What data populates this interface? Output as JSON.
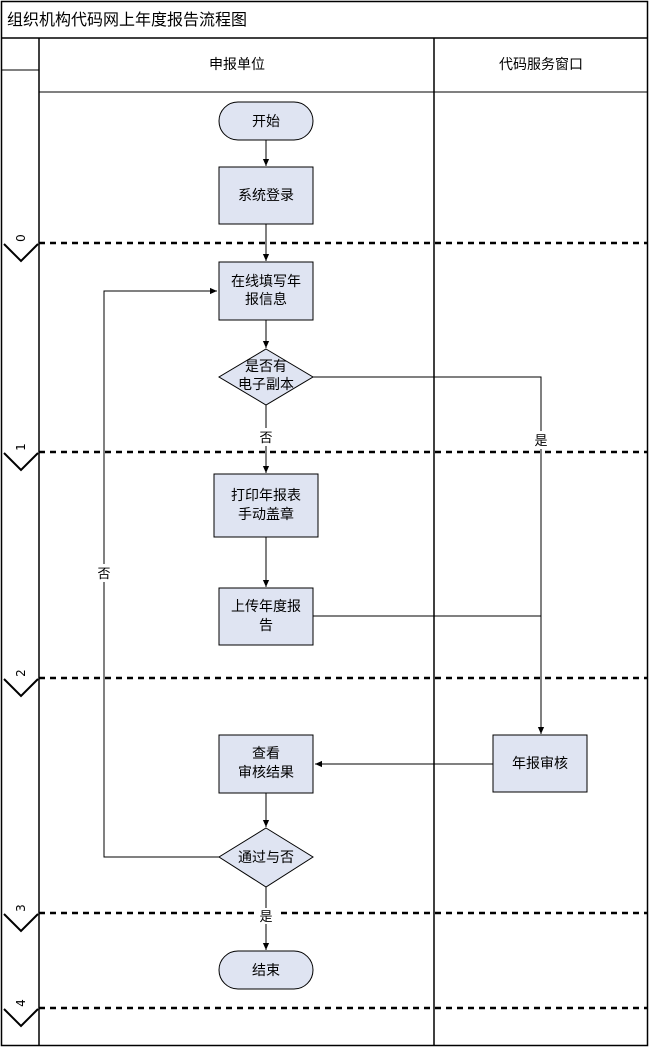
{
  "title": "组织机构代码网上年度报告流程图",
  "lanes": [
    {
      "label": "申报单位"
    },
    {
      "label": "代码服务窗口"
    }
  ],
  "phases": [
    "0",
    "1",
    "2",
    "3",
    "4"
  ],
  "nodes": {
    "start": {
      "lines": [
        "开始"
      ]
    },
    "login": {
      "lines": [
        "系统登录"
      ]
    },
    "fill": {
      "lines": [
        "在线填写年",
        "报信息"
      ]
    },
    "copy": {
      "lines": [
        "是否有",
        "电子副本"
      ]
    },
    "print": {
      "lines": [
        "打印年报表",
        "手动盖章"
      ]
    },
    "upload": {
      "lines": [
        "上传年度报",
        "告"
      ]
    },
    "review": {
      "lines": [
        "年报审核"
      ]
    },
    "result": {
      "lines": [
        "查看",
        "审核结果"
      ]
    },
    "pass": {
      "lines": [
        "通过与否"
      ]
    },
    "end": {
      "lines": [
        "结束"
      ]
    }
  },
  "edge_labels": {
    "copy_no": "否",
    "copy_yes": "是",
    "pass_no": "否",
    "pass_yes": "是"
  },
  "colors": {
    "box_fill": "#dfe4f2",
    "line": "#000000",
    "background": "#ffffff"
  }
}
